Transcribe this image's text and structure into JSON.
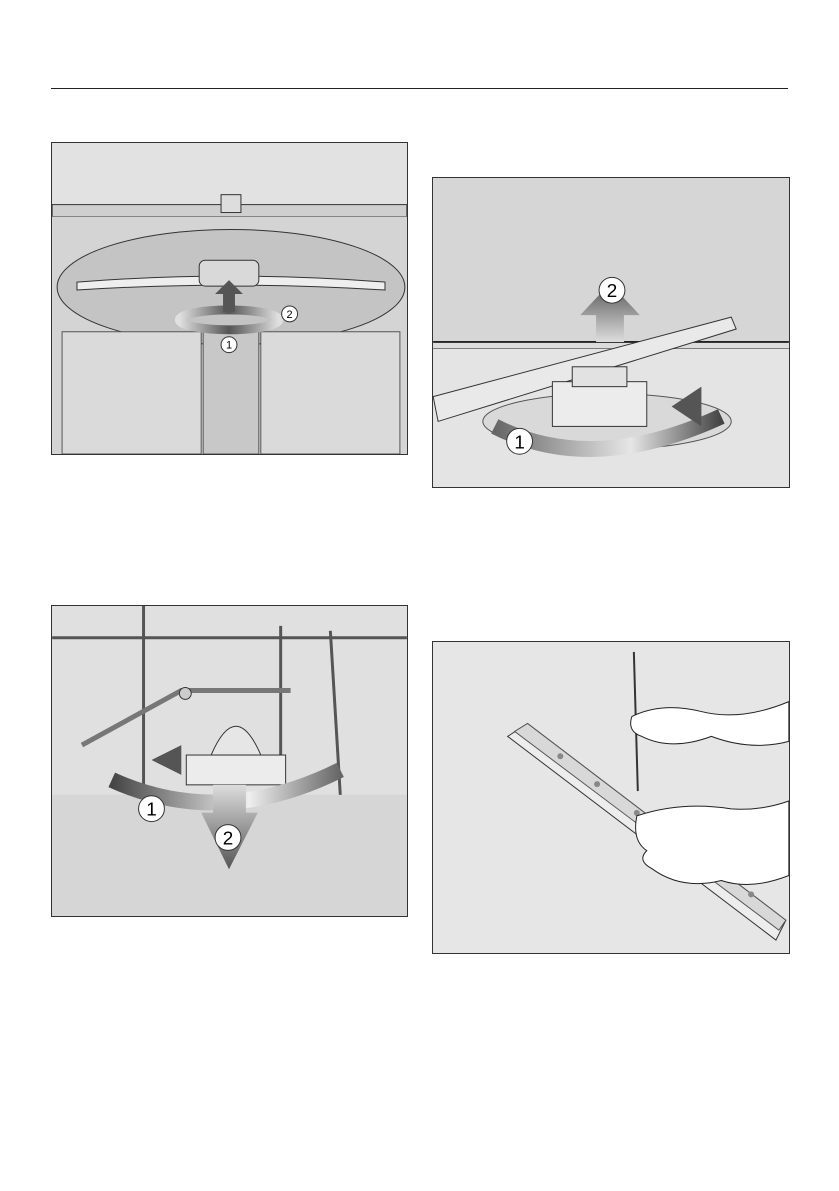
{
  "figures": [
    {
      "id": "fig1",
      "callouts": [
        "1",
        "2"
      ]
    },
    {
      "id": "fig2",
      "callouts": [
        "1",
        "2"
      ]
    },
    {
      "id": "fig3",
      "callouts": [
        "1",
        "2"
      ]
    },
    {
      "id": "fig4",
      "callouts": []
    }
  ],
  "colors": {
    "background": "#dcdcdc",
    "arrow_dark": "#555555",
    "arrow_light": "#bbbbbb",
    "outline": "#333333"
  }
}
